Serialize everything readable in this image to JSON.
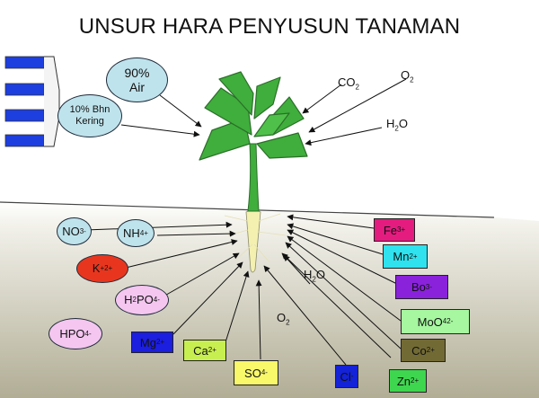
{
  "title": "UNSUR HARA PENYUSUN TANAMAN",
  "composition": {
    "water": {
      "value": "90%",
      "label": "Air"
    },
    "dry_matter": {
      "line1": "10% Bhn",
      "line2": "Kering"
    }
  },
  "gases": {
    "co2": {
      "base": "CO",
      "sub": "2"
    },
    "o2_air": {
      "base": "O",
      "sub": "2"
    },
    "h2o_air": {
      "pre": "H",
      "sub": "2",
      "post": "O"
    },
    "h2o_soil": {
      "pre": "H",
      "sub": "2",
      "post": "O"
    },
    "o2_soil": {
      "base": "O",
      "sub": "2"
    }
  },
  "nutrients": {
    "no3": {
      "base": "NO",
      "sub": "3",
      "sup": "-"
    },
    "nh4": {
      "base": "NH",
      "sub": "4",
      "sup": "+"
    },
    "k": {
      "base": "K",
      "sup": "+",
      "sub": "2+"
    },
    "h2po4": {
      "pre": "H",
      "sub1": "2",
      "mid": "PO",
      "sub2": "4",
      "sup": "-"
    },
    "hpo4": {
      "base": "HPO",
      "sub": "4",
      "sup": "-"
    },
    "mg": {
      "base": "Mg",
      "sup": "2+"
    },
    "ca": {
      "base": "Ca",
      "sup": "2+"
    },
    "so4": {
      "base": "SO",
      "sub": "4",
      "sup": "-"
    },
    "cl": {
      "base": "Cl",
      "sup": "-"
    },
    "zn": {
      "base": "Zn",
      "sup": "2+"
    },
    "co": {
      "base": "Co",
      "sup": "2+"
    },
    "moo4": {
      "base": "MoO",
      "sub": "4",
      "sup": "2-"
    },
    "bo3": {
      "base": "Bo",
      "sub": "3",
      "sup": "-"
    },
    "mn": {
      "base": "Mn",
      "sup": "2+"
    },
    "fe": {
      "base": "Fe",
      "sup": "3+"
    }
  },
  "colors": {
    "oval_fill": "#bfe3ec",
    "k_fill": "#e8361e",
    "phosphate_fill": "#f4c6f0",
    "mg_fill": "#1c1ee0",
    "ca_fill": "#c8ef50",
    "so4_fill": "#f8f86a",
    "cl_fill": "#1422d8",
    "zn_fill": "#3ed64f",
    "co_fill": "#726a34",
    "moo4_fill": "#a6f7a0",
    "bo3_fill": "#8a22dc",
    "mn_fill": "#2fe2ee",
    "fe_fill": "#e51c80",
    "leaf_green": "#3fae3c",
    "root_fill": "#f4f0b0",
    "legend_blue": "#1d3fe0"
  }
}
